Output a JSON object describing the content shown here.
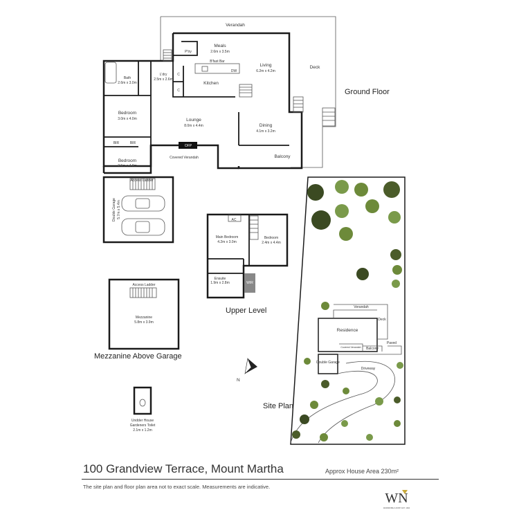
{
  "colors": {
    "wall": "#1a1a1a",
    "tree_dark": "#3b4a22",
    "tree_mid": "#6d8a3a",
    "logo_gold": "#c9a93a"
  },
  "labels": {
    "ground_floor": "Ground Floor",
    "upper_level": "Upper Level",
    "mezzanine_title": "Mezzanine Above Garage",
    "site_plan": "Site Plan",
    "toilet_line1": "Undder House",
    "toilet_line2": "Gardeners Toilet",
    "toilet_dim": "2.1m x 1.2m",
    "north": "N"
  },
  "ground_rooms": {
    "verandah": "Verandah",
    "meals": "Meals",
    "meals_dim": "2.6m x 3.5m",
    "pantry": "P'try",
    "bfast_bar": "B'fast Bar",
    "dw": "DW",
    "living": "Living",
    "living_dim": "6.2m x 4.2m",
    "deck": "Deck",
    "bath": "Bath",
    "bath_dim": "2.6m x 3.0m",
    "laundry": "L'dry",
    "laundry_dim": "2.5m x 2.6m",
    "c": "C",
    "kitchen": "Kitchen",
    "bedroom1": "Bedroom",
    "bedroom1_dim": "3.0m x 4.0m",
    "lounge": "Lounge",
    "lounge_dim": "8.0m x 4.4m",
    "dining": "Dining",
    "dining_dim": "4.1m x 3.2m",
    "bir": "BIR",
    "ofp": "OFP",
    "bedroom2": "Bedroom",
    "bedroom2_dim": "2.5m x 4.0m",
    "covered_verandah": "Covered Verandah",
    "balcony": "Balcony",
    "access_ladder": "Access Ladder",
    "garage": "Double Garage",
    "garage_dim": "5.7m x 5.4m"
  },
  "upper_rooms": {
    "ac": "AC",
    "main_bedroom": "Main Bedroom",
    "main_bedroom_dim": "4.2m x 3.0m",
    "bedroom": "Bedroom",
    "bedroom_dim": "2.4m x 4.4m",
    "ensuite": "Ensuite",
    "ensuite_dim": "1.9m x 2.8m",
    "wir": "WIR"
  },
  "mezzanine": {
    "access_ladder": "Access Ladder",
    "name": "Mezzanine",
    "dim": "5.8m x 3.9m"
  },
  "site": {
    "verandah": "Verandah",
    "deck": "Deck",
    "residence": "Residence",
    "covered_verandah": "Covered Verandah",
    "balcony": "Balcony",
    "paved": "Paved",
    "double_garage": "Double Garage",
    "driveway": "Driveway"
  },
  "footer": {
    "address": "100 Grandview Terrace, Mount Martha",
    "area": "Approx House Area 230m²",
    "disclaimer": "The site plan and floor plan area not to exact scale. Measurements are indicative.",
    "logo_text": "WN",
    "logo_sub": "WARDROBE & ROBY EST. 1994"
  }
}
